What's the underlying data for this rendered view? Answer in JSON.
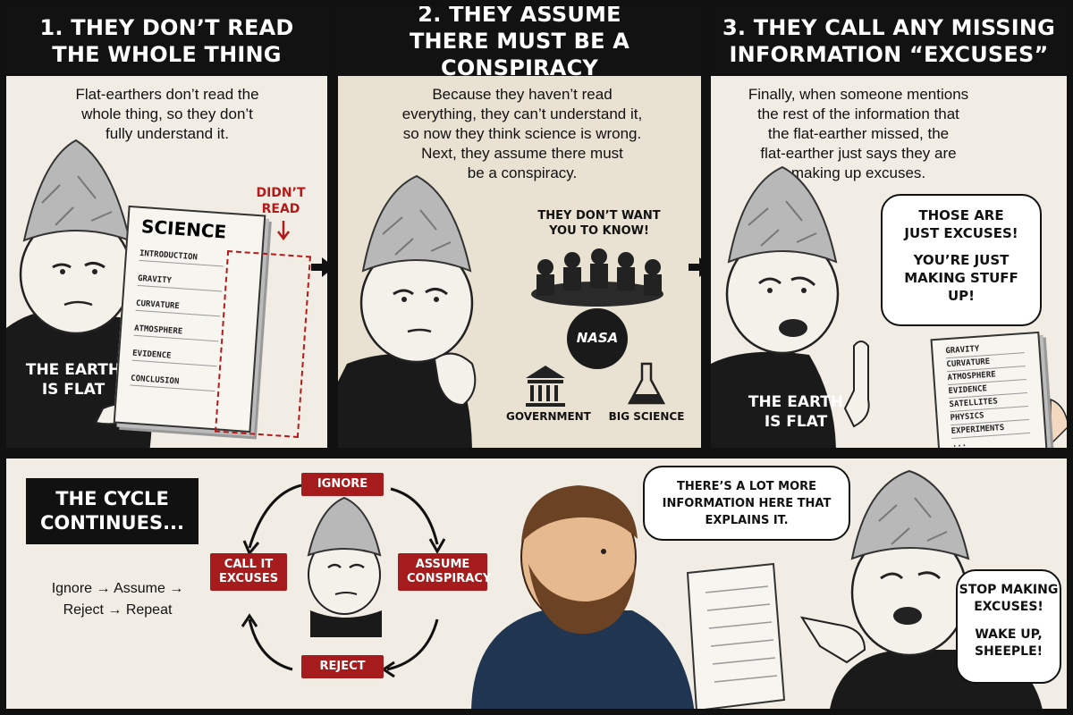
{
  "panels": [
    {
      "header": "1. THEY DON’T READ\nTHE WHOLE THING",
      "caption": "Flat-earthers don’t read the\nwhole thing, so they don’t\nfully understand it.",
      "book_title": "SCIENCE",
      "book_toc": [
        "INTRODUCTION",
        "GRAVITY",
        "CURVATURE",
        "ATMOSPHERE",
        "EVIDENCE",
        "CONCLUSION"
      ],
      "didnt_read": "DIDN’T\nREAD",
      "shirt": "THE EARTH\nIS FLAT"
    },
    {
      "header": "2. THEY ASSUME\nTHERE MUST BE A CONSPIRACY",
      "caption": "Because they haven’t read\neverything, they can’t understand it,\nso now they think science is wrong.\nNext, they assume there must\nbe a conspiracy.",
      "slogan": "THEY DON’T WANT\nYOU TO KNOW!",
      "nasa": "NASA",
      "government": "GOVERNMENT",
      "big_science": "BIG SCIENCE"
    },
    {
      "header": "3. THEY CALL ANY MISSING\nINFORMATION “EXCUSES”",
      "caption": "Finally, when someone mentions\nthe rest of the information that\nthe flat-earther missed, the\nflat-earther just says they are\nmaking up excuses.",
      "bubble_lines": [
        "THOSE ARE\nJUST EXCUSES!",
        "YOU’RE JUST\nMAKING STUFF\nUP!"
      ],
      "shirt": "THE EARTH\nIS FLAT",
      "paper_items": [
        "GRAVITY",
        "CURVATURE",
        "ATMOSPHERE",
        "EVIDENCE",
        "SATELLITES",
        "PHYSICS",
        "EXPERIMENTS",
        "..."
      ]
    }
  ],
  "cycle": {
    "title": "THE CYCLE\nCONTINUES...",
    "steps_text": "Ignore → Assume →\nReject → Repeat",
    "ignore": "IGNORE",
    "assume": "ASSUME\nCONSPIRACY",
    "reject": "REJECT",
    "call_excuses": "CALL IT\nEXCUSES",
    "man_bubble": "THERE’S A LOT MORE\nINFORMATION HERE THAT\nEXPLAINS IT.",
    "fe_bubble_lines": [
      "STOP MAKING\nEXCUSES!",
      "WAKE UP,\nSHEEPLE!"
    ]
  },
  "colors": {
    "accent_red": "#a61c1c",
    "header_black": "#121212",
    "panel_bg": "#f1ede4"
  }
}
